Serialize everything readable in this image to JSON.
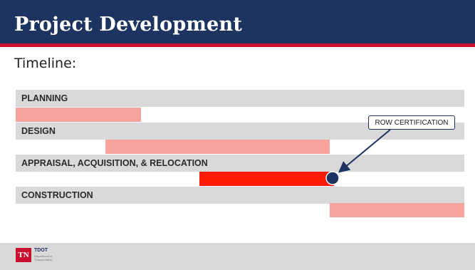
{
  "header": {
    "title": "Project Development"
  },
  "main": {
    "subtitle": "Timeline:",
    "phases": [
      {
        "label": "PLANNING",
        "start": 0.0,
        "end": 0.28,
        "shade": "light"
      },
      {
        "label": "DESIGN",
        "start": 0.2,
        "end": 0.7,
        "shade": "light"
      },
      {
        "label": "APPRAISAL, ACQUISITION, & RELOCATION",
        "start": 0.41,
        "end": 0.71,
        "shade": "dark"
      },
      {
        "label": "CONSTRUCTION",
        "start": 0.7,
        "end": 1.0,
        "shade": "light"
      }
    ],
    "callout": "ROW CERTIFICATION"
  },
  "footer": {
    "logo_mark": "TN",
    "logo_name": "TDOT",
    "logo_sub_1": "Department of",
    "logo_sub_2": "Transportation"
  },
  "colors": {
    "title_bg": "#1d3461",
    "title_rule": "#c8102e",
    "band": "#d9d9d9",
    "bar_light": "#f7a39b",
    "bar_dark": "#ff1a00"
  }
}
